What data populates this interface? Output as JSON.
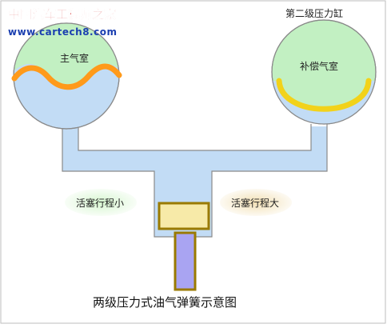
{
  "watermark": {
    "line1": "中国汽车工程师之家",
    "line2": "www.cartech8.com"
  },
  "labels": {
    "main_chamber": "主气室",
    "second_stage_cylinder": "第二级压力缸",
    "compensation_chamber": "补偿气室",
    "small_stroke": "活塞行程小",
    "large_stroke": "活塞行程大",
    "caption": "两级压力式油气弹簧示意图"
  },
  "colors": {
    "chamber_gas": "#c2f0c2",
    "oil": "#c2dcf5",
    "outline": "#8a8a8a",
    "orange_diaphragm": "#ff9a1a",
    "yellow_diaphragm": "#f2d21a",
    "piston_body": "#f7eaa8",
    "piston_outline": "#9a7a00",
    "piston_rod": "#a9a4f2",
    "badge_green": "#c9efc2",
    "badge_tan": "#f0deb2",
    "watermark_red": "#cc0000",
    "watermark_blue": "#1b3fb0"
  }
}
